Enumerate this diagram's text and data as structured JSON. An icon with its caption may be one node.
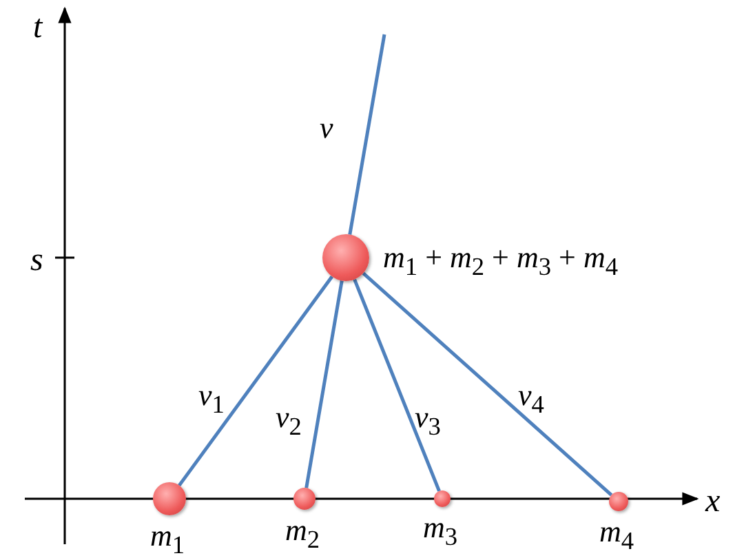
{
  "diagram": {
    "nodes": [
      {
        "text": [
          "*m*$_{1}$ + *m*$_{2}$ + *m*$_{3}$ + *m*$_{4}$"
        ]
      },
      {
        "text": [
          "*m*$_{1}$"
        ]
      },
      {
        "text": [
          "*m*$_{2}$"
        ]
      },
      {
        "text": [
          "*m*$_{3}$"
        ]
      },
      {
        "text": [
          "*m*$_{4}$"
        ]
      }
    ],
    "edges": [
      {
        "from": 0,
        "to": null,
        "arrow": "none",
        "label": "*v*"
      },
      {
        "from": 1,
        "to": 0,
        "arrow": "none",
        "label": "*v*$_{1}$"
      },
      {
        "from": 2,
        "to": 0,
        "arrow": "none",
        "label": "*v*$_{2}$"
      },
      {
        "from": 3,
        "to": 0,
        "arrow": "none",
        "label": "*v*$_{3}$"
      },
      {
        "from": 4,
        "to": 0,
        "arrow": "none",
        "label": "*v*$_{4}$"
      }
    ],
    "labels": [
      "t",
      "s",
      "x"
    ]
  }
}
